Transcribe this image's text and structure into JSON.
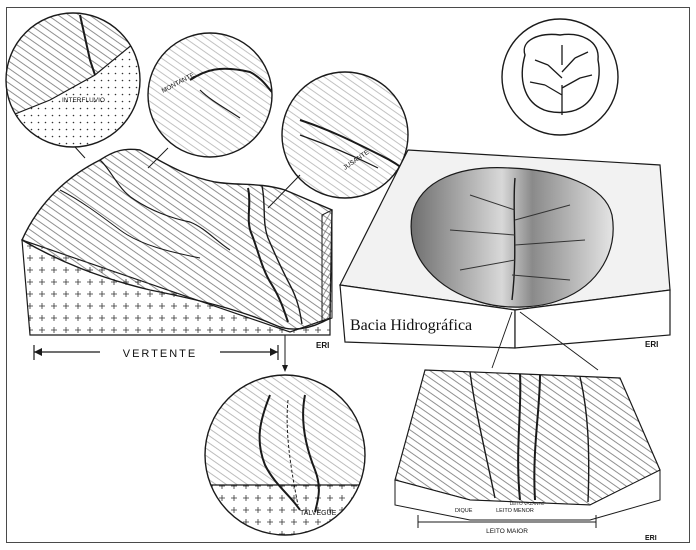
{
  "labels": {
    "interfluvio": "INTERFLUVIO",
    "montante": "MONTANTE",
    "jusante": "JUSANTE",
    "vertente": "VERTENTE",
    "talvegue": "TALVEGUE",
    "bacia": "Bacia Hidrográfica",
    "dique": "DIQUE",
    "leito_vazante": "LEITO VAZANTE",
    "leito_menor": "LEITO MENOR",
    "leito_maior": "LEITO MAIOR",
    "eri": "ERI"
  },
  "colors": {
    "ink": "#1a1a1a",
    "shade": "#7a7a7a",
    "frame": "#4a4a4a"
  }
}
